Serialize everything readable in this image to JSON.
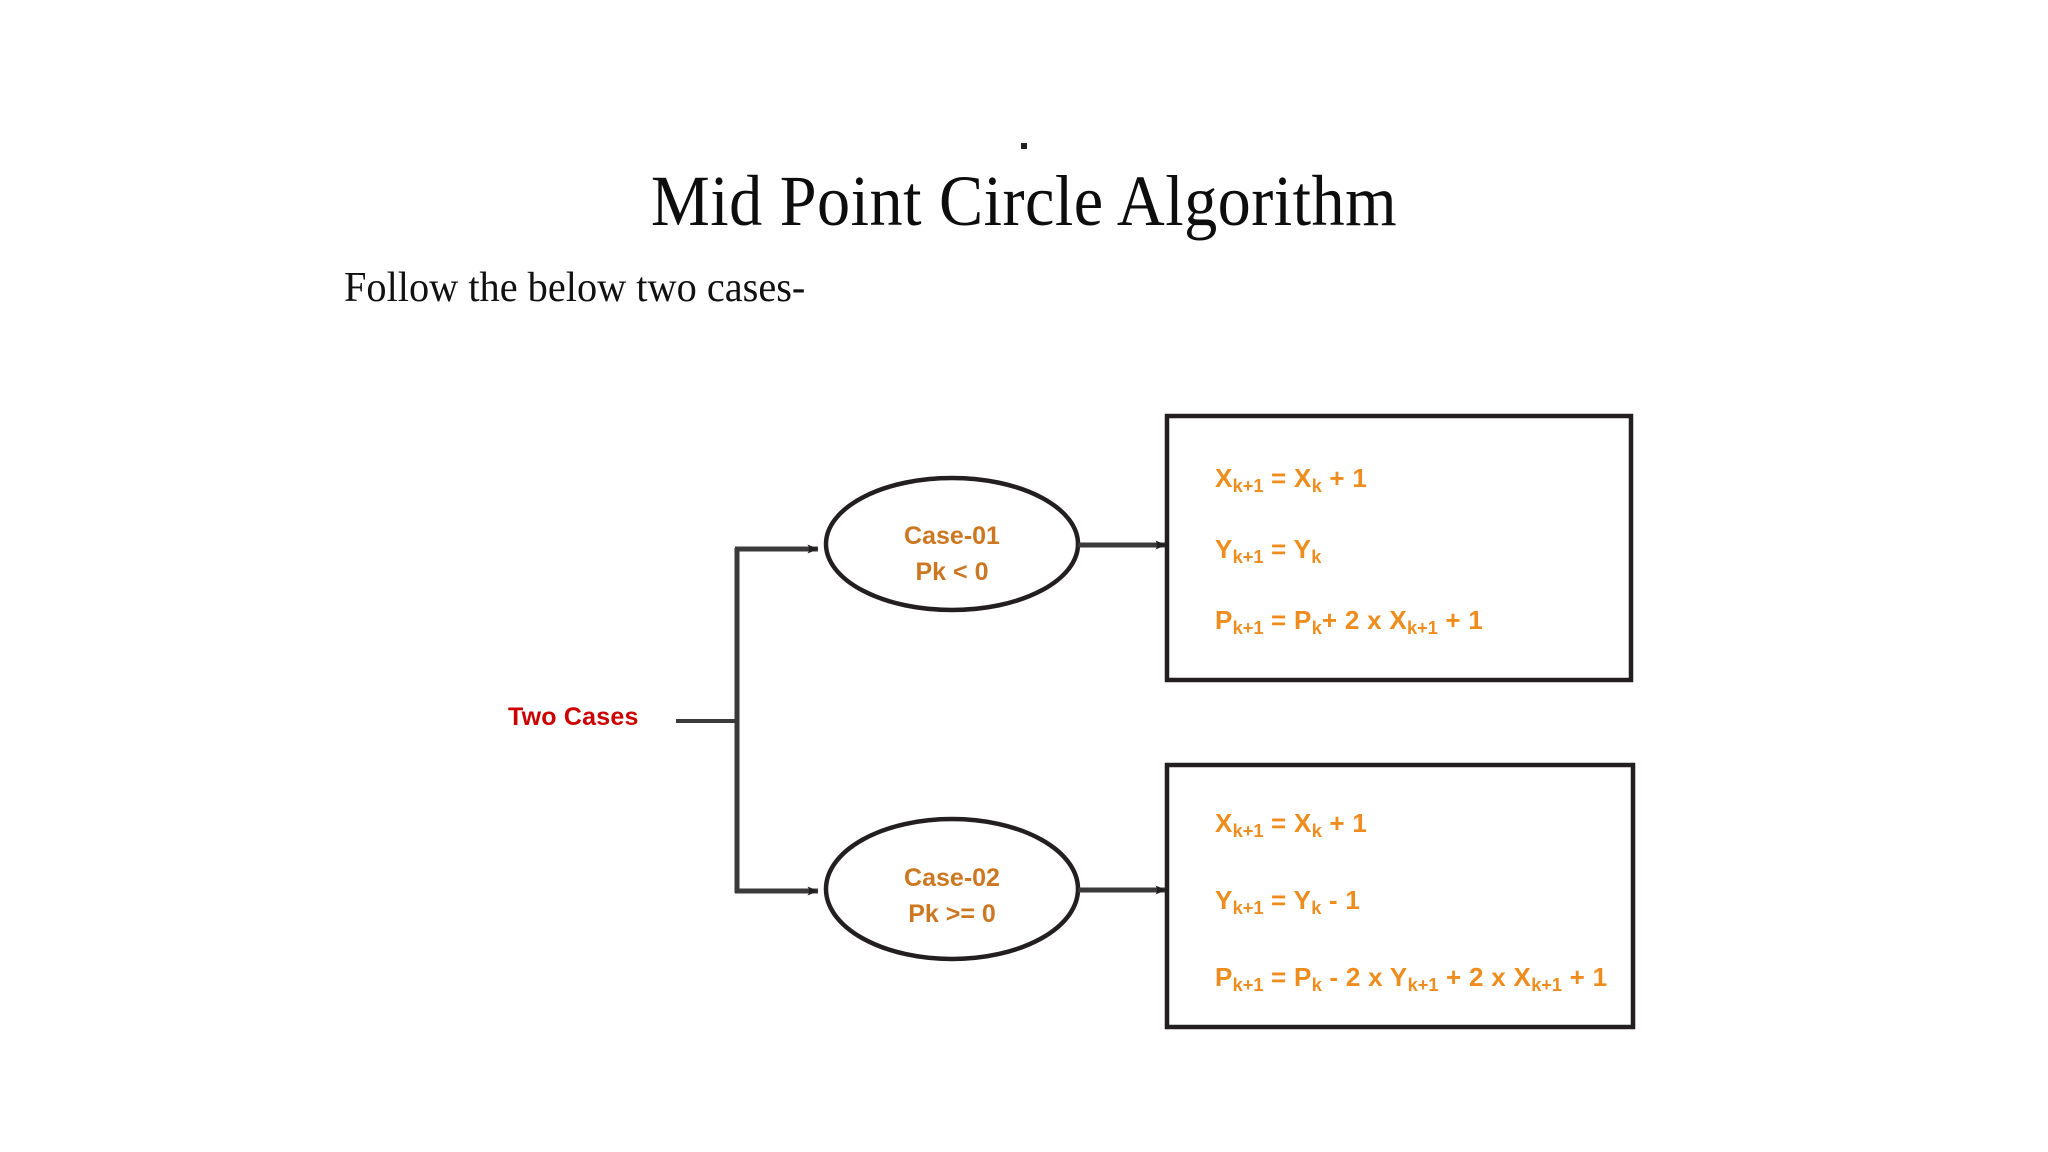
{
  "slide": {
    "title": "Mid Point Circle Algorithm",
    "subtitle": "Follow the below two cases-",
    "bullet_dot": "·",
    "background_color": "#ffffff"
  },
  "colors": {
    "title_text": "#0d0d0d",
    "body_text": "#111111",
    "root_label": "#cc0000",
    "node_label": "#cc7722",
    "formula_text": "#ee8d1e",
    "stroke": "#231f20"
  },
  "diagram": {
    "type": "flowchart",
    "root": {
      "label": "Two Cases",
      "color": "#cc0000"
    },
    "branches": [
      {
        "id": "case-01",
        "node": {
          "shape": "ellipse",
          "line1": "Case-01",
          "line2": "Pk < 0"
        },
        "result_box": {
          "shape": "rectangle",
          "lines": [
            {
              "lhs_var": "X",
              "lhs_sub": "k+1",
              "rest": " = X",
              "rest_sub": "k",
              "tail": " + 1"
            },
            {
              "lhs_var": "Y",
              "lhs_sub": "k+1",
              "rest": " = Y",
              "rest_sub": "k",
              "tail": ""
            },
            {
              "lhs_var": "P",
              "lhs_sub": "k+1",
              "rest": " = P",
              "rest_sub": "k",
              "tail": "+ 2 x X",
              "tail_sub": "k+1",
              "tail2": " + 1"
            }
          ],
          "plain_lines": [
            "Xk+1 = Xk + 1",
            "Yk+1 = Yk",
            "Pk+1 = Pk+ 2 x Xk+1 + 1"
          ]
        }
      },
      {
        "id": "case-02",
        "node": {
          "shape": "ellipse",
          "line1": "Case-02",
          "line2": "Pk >= 0"
        },
        "result_box": {
          "shape": "rectangle",
          "lines": [
            {
              "lhs_var": "X",
              "lhs_sub": "k+1",
              "rest": " = X",
              "rest_sub": "k",
              "tail": " + 1"
            },
            {
              "lhs_var": "Y",
              "lhs_sub": "k+1",
              "rest": " = Y",
              "rest_sub": "k",
              "tail": " - 1"
            },
            {
              "lhs_var": "P",
              "lhs_sub": "k+1",
              "rest": " = P",
              "rest_sub": "k",
              "tail": " - 2 x Y",
              "tail_sub": "k+1",
              "tail2": " + 2 x X",
              "tail_sub2": "k+1",
              "tail3": " + 1"
            }
          ],
          "plain_lines": [
            "Xk+1 = Xk + 1",
            "Yk+1 = Yk - 1",
            "Pk+1 = Pk - 2 x Yk+1 + 2 x Xk+1 + 1"
          ]
        }
      }
    ]
  }
}
